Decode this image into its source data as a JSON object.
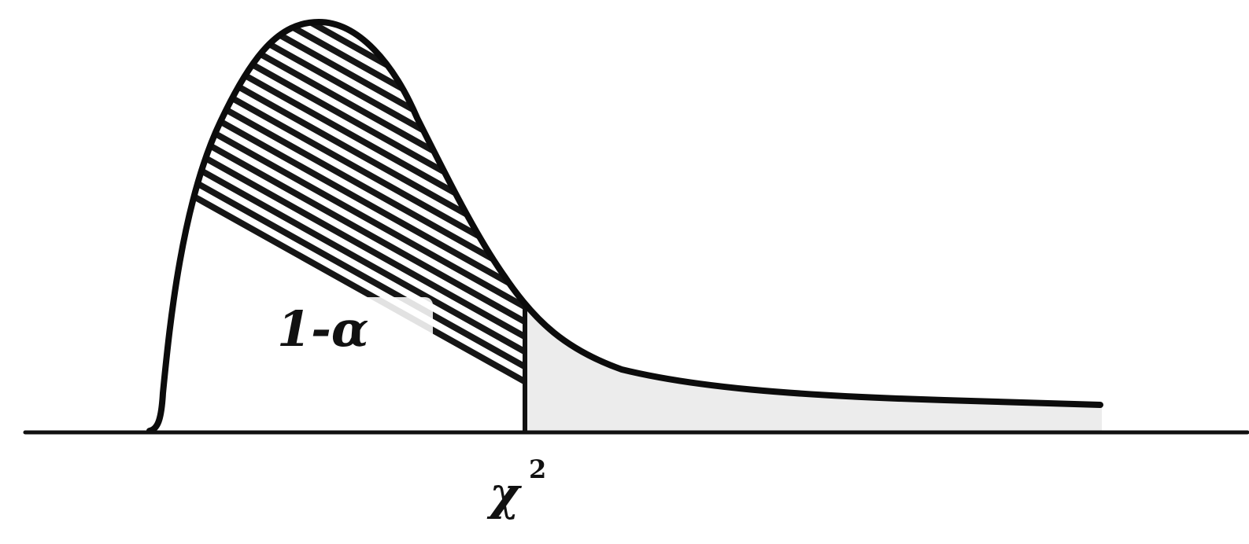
{
  "diagram": {
    "shaded_region_label": "1-α",
    "critical_value_symbol": "χ",
    "critical_value_exponent": "2"
  },
  "colors": {
    "ink": "#111111",
    "tail_fill": "#ececec",
    "background": "#ffffff"
  }
}
